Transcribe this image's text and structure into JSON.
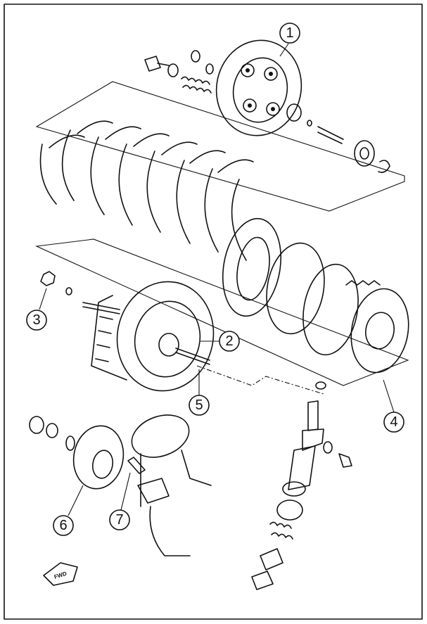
{
  "diagram": {
    "callouts": [
      {
        "id": "c1",
        "label": "1"
      },
      {
        "id": "c2",
        "label": "2"
      },
      {
        "id": "c3",
        "label": "3"
      },
      {
        "id": "c4",
        "label": "4"
      },
      {
        "id": "c5",
        "label": "5"
      },
      {
        "id": "c6",
        "label": "6"
      },
      {
        "id": "c7",
        "label": "7"
      }
    ],
    "direction_marker": "FWD"
  }
}
